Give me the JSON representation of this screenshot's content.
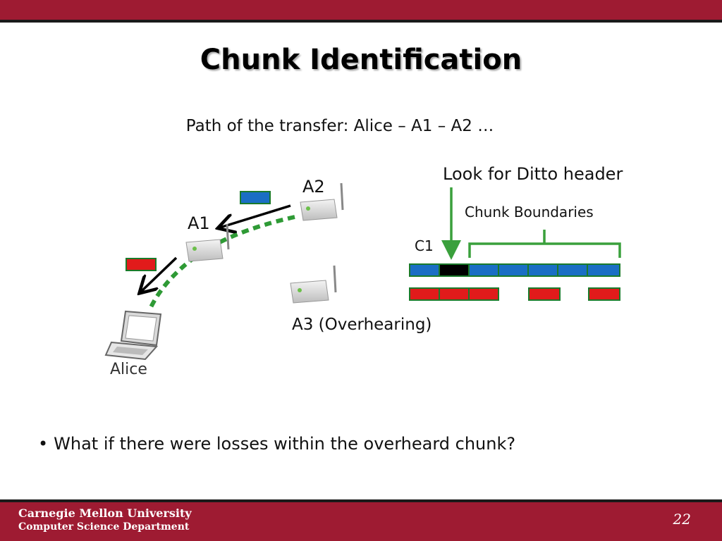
{
  "slide": {
    "title": "Chunk Identification",
    "subtitle": "Path of the transfer: Alice – A1 – A2 …",
    "bullet": "What if there were losses within the overheard chunk?",
    "bullet_marker": "•",
    "page_number": "22"
  },
  "diagram": {
    "node_labels": {
      "a2": "A2",
      "a1": "A1",
      "a3": "A3 (Overhearing)",
      "alice": "Alice"
    },
    "annotations": {
      "ditto_header": "Look for Ditto header",
      "chunk_boundaries": "Chunk Boundaries",
      "c1": "C1"
    }
  },
  "footer": {
    "university": "Carnegie Mellon University",
    "department": "Computer Science Department"
  },
  "colors": {
    "brand": "#9e1b32",
    "packet_blue": "#1a6ec4",
    "packet_red": "#e11b1b",
    "path_green": "#2e9a35",
    "bracket_green": "#3aa03c"
  }
}
